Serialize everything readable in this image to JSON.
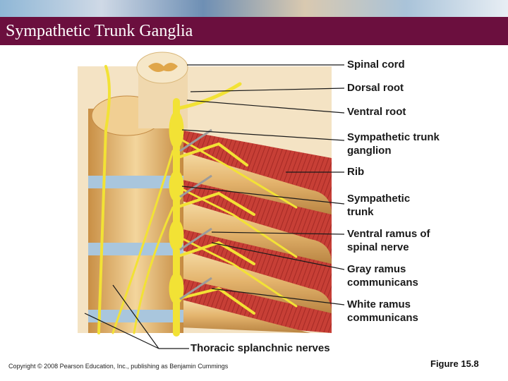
{
  "slide": {
    "title": "Sympathetic Trunk Ganglia",
    "copyright": "Copyright © 2008 Pearson Education, Inc., publishing as Benjamin Cummings",
    "figure_number": "Figure 15.8"
  },
  "labels": {
    "spinal_cord": "Spinal cord",
    "dorsal_root": "Dorsal root",
    "ventral_root": "Ventral root",
    "sympathetic_trunk_ganglion_1": "Sympathetic trunk",
    "sympathetic_trunk_ganglion_2": "ganglion",
    "rib": "Rib",
    "sympathetic_trunk_1": "Sympathetic",
    "sympathetic_trunk_2": "trunk",
    "ventral_ramus_1": "Ventral ramus of",
    "ventral_ramus_2": "spinal nerve",
    "gray_ramus_1": "Gray ramus",
    "gray_ramus_2": "communicans",
    "white_ramus_1": "White ramus",
    "white_ramus_2": "communicans",
    "thoracic_splanchnic": "Thoracic splanchnic nerves"
  },
  "colors": {
    "title_bar": "#6b0f3e",
    "nerve": "#f2e235",
    "muscle": "#c9403a",
    "bone": "#e9c07c"
  }
}
